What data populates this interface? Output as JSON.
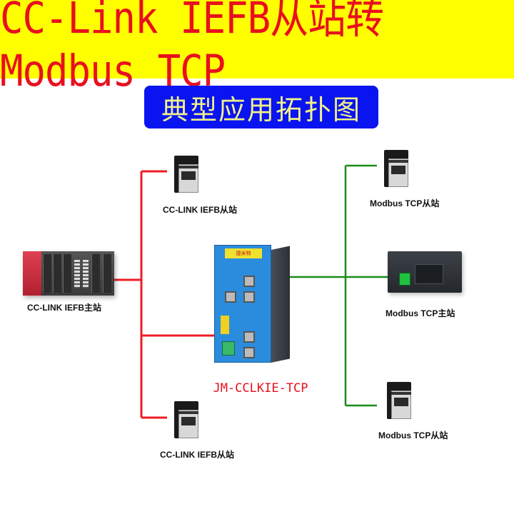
{
  "title": "CC-Link IEFB从站转Modbus TCP",
  "subtitle": "典型应用拓扑图",
  "colors": {
    "title_bg": "#ffff00",
    "title_text": "#e8101e",
    "subtitle_bg": "#0a14f0",
    "subtitle_text": "#f0f08a",
    "cclink_line": "#ee1c24",
    "modbus_line": "#1a8c1a"
  },
  "gateway": {
    "model": "JM-CCLKIE-TCP",
    "brand": "捷米特"
  },
  "left_side": {
    "master": {
      "label": "CC-LINK IEFB主站",
      "icon": "mitsubishi-plc-icon"
    },
    "slaves": [
      {
        "label": "CC-LINK IEFB从站",
        "icon": "servo-drive-icon"
      },
      {
        "label": "CC-LINK IEFB从站",
        "icon": "servo-drive-icon"
      }
    ]
  },
  "right_side": {
    "master": {
      "label": "Modbus TCP主站",
      "icon": "compact-plc-icon"
    },
    "slaves": [
      {
        "label": "Modbus TCP从站",
        "icon": "servo-drive-icon"
      },
      {
        "label": "Modbus TCP从站",
        "icon": "servo-drive-icon"
      }
    ]
  }
}
